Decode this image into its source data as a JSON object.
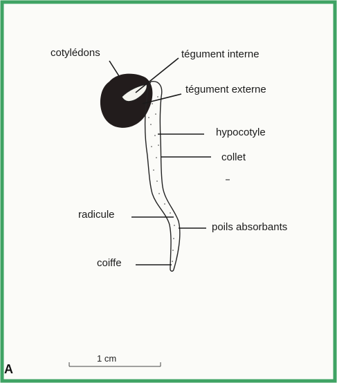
{
  "labels": {
    "cotyledons": "cotylédons",
    "tegument_interne": "tégument interne",
    "tegument_externe": "tégument externe",
    "hypocotyle": "hypocotyle",
    "collet": "collet",
    "radicule": "radicule",
    "poils_absorbants": "poils absorbants",
    "coiffe": "coiffe"
  },
  "scale_bar": {
    "label": "1 cm"
  },
  "panel_letter": "A",
  "colors": {
    "frame": "#3fa364",
    "seed": "#221c1c",
    "ink": "#1a1a1a"
  }
}
